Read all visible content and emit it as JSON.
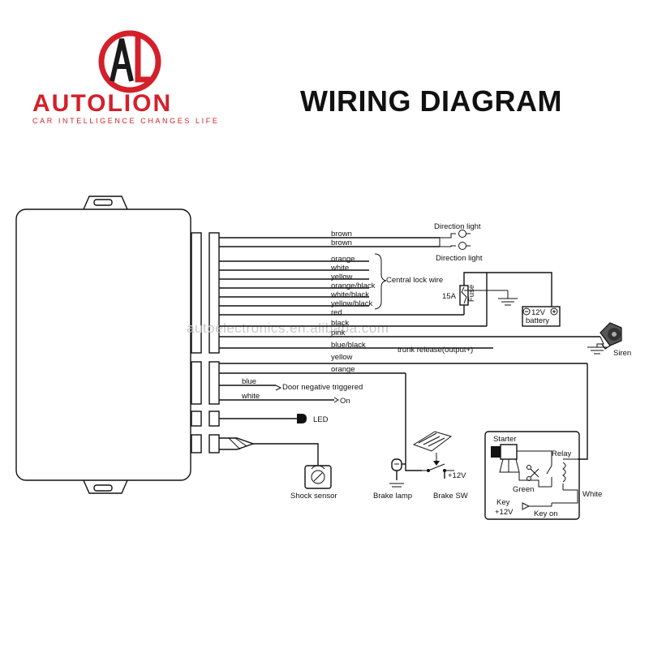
{
  "header": {
    "title": "WIRING DIAGRAM",
    "brand_name": "AUTOLION",
    "brand_tagline": "CAR INTELLIGENCE CHANGES LIFE",
    "logo_letters": "AL",
    "brand_color": "#d4202a",
    "logo_dark_color": "#1a1a1a"
  },
  "watermark": "autoelectronics.en.alibaba.com",
  "wires": {
    "brown1": "brown",
    "brown2": "brown",
    "orange": "orange",
    "white": "white",
    "yellow": "yellow",
    "orange_black": "orange/black",
    "white_black": "white/black",
    "yellow_black": "yellow/black",
    "red": "red",
    "black": "black",
    "pink": "pink",
    "blue_black": "blue/black",
    "yellow2": "yellow",
    "orange2": "orange",
    "blue": "blue",
    "white2": "white"
  },
  "components": {
    "direction_light_top": "Direction light",
    "direction_light_bottom": "Direction light",
    "central_lock_wire": "Central lock wire",
    "fuse_rating": "15A",
    "fuse": "Fuse",
    "battery_voltage": "12V",
    "battery": "battery",
    "siren": "Siren",
    "trunk_release": "trunk release(output+)",
    "door_trigger": "Door negative triggered",
    "on": "On",
    "led": "LED",
    "shock_sensor": "Shock sensor",
    "brake_lamp": "Brake lamp",
    "brake_sw": "Brake SW",
    "brake_plus12": "+12V",
    "starter": "Starter",
    "relay": "Relay",
    "green": "Green",
    "white_wire": "White",
    "key_plus12_line1": "Key",
    "key_plus12_line2": "+12V",
    "key_on": "Key on"
  }
}
